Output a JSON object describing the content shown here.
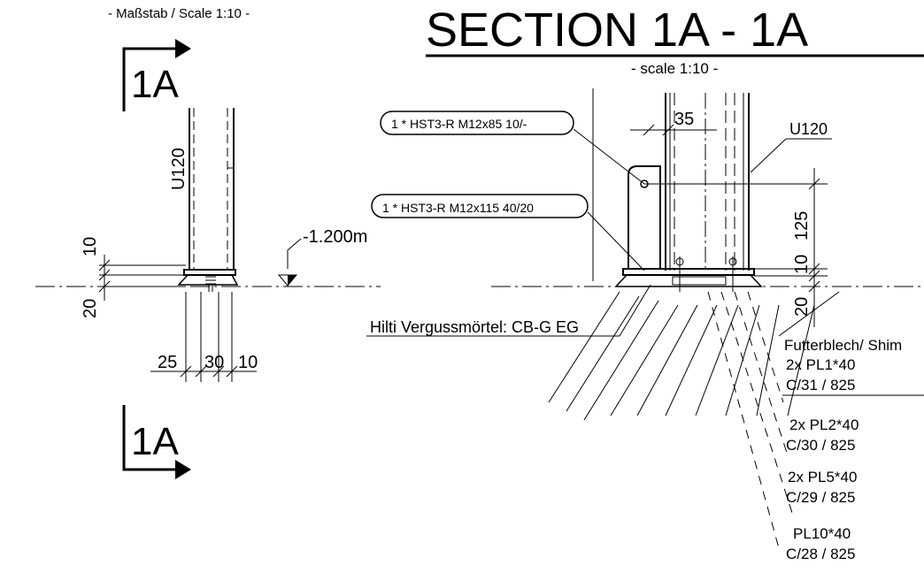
{
  "left_scale": "- Maßstab / Scale  1:10 -",
  "title": "SECTION 1A - 1A",
  "subtitle": "- scale  1:10 -",
  "section_mark_top": "1A",
  "section_mark_bottom": "1A",
  "left_profile": "U120",
  "elevation": "-1.200m",
  "left_dims": {
    "d10": "10",
    "d20": "20",
    "d25": "25",
    "d30": "30",
    "d10b": "10"
  },
  "anchor_top": "1 * HST3-R M12x85 10/-",
  "anchor_bottom": "1 * HST3-R M12x115 40/20",
  "right_profile": "U120",
  "right_dims": {
    "d35": "35",
    "d125": "125",
    "d10": "10",
    "d20": "20"
  },
  "grout": "Hilti Vergussmörtel: CB-G EG",
  "shims_title": "Futterblech/ Shim",
  "shims": [
    {
      "qty": "2x PL1*40",
      "ref": "C/31  /  825"
    },
    {
      "qty": "2x PL2*40",
      "ref": "C/30  /  825"
    },
    {
      "qty": "2x PL5*40",
      "ref": "C/29  /  825"
    },
    {
      "qty": "PL10*40",
      "ref": "C/28  /  825"
    }
  ]
}
